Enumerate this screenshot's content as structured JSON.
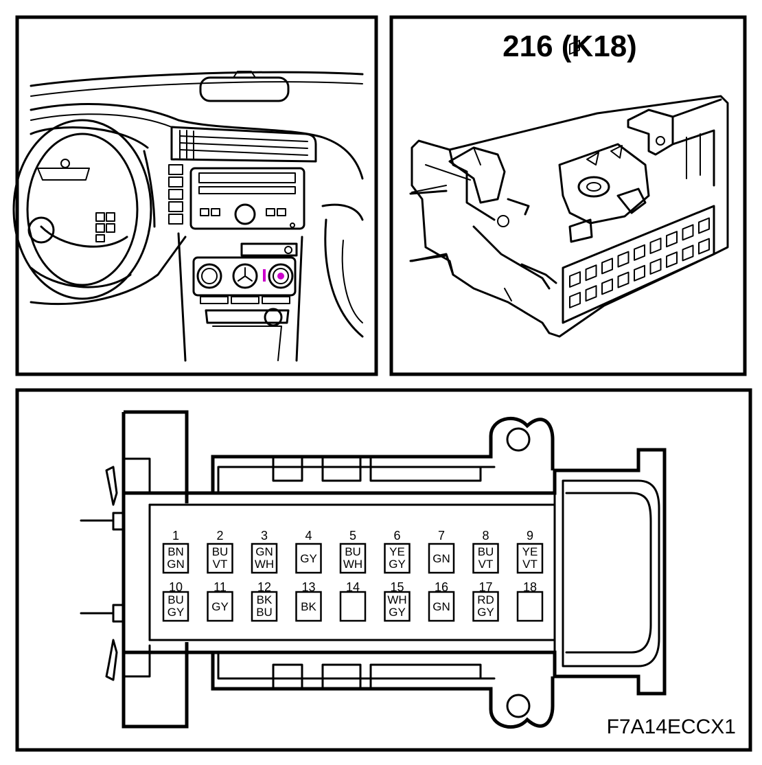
{
  "connector": {
    "title": "216 (K18)",
    "figure_code": "F7A14ECCX1",
    "pins": [
      {
        "number": "1",
        "lines": [
          "BN",
          "GN"
        ]
      },
      {
        "number": "2",
        "lines": [
          "BU",
          "VT"
        ]
      },
      {
        "number": "3",
        "lines": [
          "GN",
          "WH"
        ]
      },
      {
        "number": "4",
        "lines": [
          "GY"
        ]
      },
      {
        "number": "5",
        "lines": [
          "BU",
          "WH"
        ]
      },
      {
        "number": "6",
        "lines": [
          "YE",
          "GY"
        ]
      },
      {
        "number": "7",
        "lines": [
          "GN"
        ]
      },
      {
        "number": "8",
        "lines": [
          "BU",
          "VT"
        ]
      },
      {
        "number": "9",
        "lines": [
          "YE",
          "VT"
        ]
      },
      {
        "number": "10",
        "lines": [
          "BU",
          "GY"
        ]
      },
      {
        "number": "11",
        "lines": [
          "GY"
        ]
      },
      {
        "number": "12",
        "lines": [
          "BK",
          "BU"
        ]
      },
      {
        "number": "13",
        "lines": [
          "BK"
        ]
      },
      {
        "number": "14",
        "lines": []
      },
      {
        "number": "15",
        "lines": [
          "WH",
          "GY"
        ]
      },
      {
        "number": "16",
        "lines": [
          "GN"
        ]
      },
      {
        "number": "17",
        "lines": [
          "RD",
          "GY"
        ]
      },
      {
        "number": "18",
        "lines": []
      }
    ]
  },
  "colors": {
    "line": "#000000",
    "background": "#ffffff",
    "location_marker": "#cc00cc"
  }
}
